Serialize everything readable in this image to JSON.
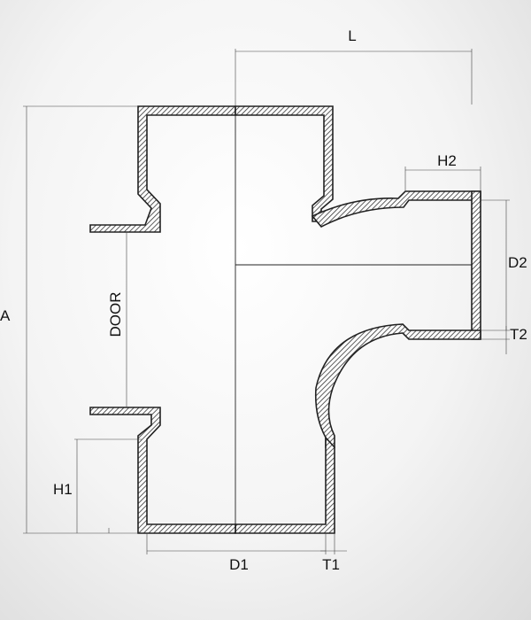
{
  "labels": {
    "L": "L",
    "H2": "H2",
    "D2": "D2",
    "T2": "T2",
    "A": "A",
    "DOOR": "DOOR",
    "H1": "H1",
    "D1": "D1",
    "T1": "T1"
  },
  "colors": {
    "wall_outline": "#222222",
    "hatch_line": "#333333",
    "dimension_line": "#444444"
  }
}
